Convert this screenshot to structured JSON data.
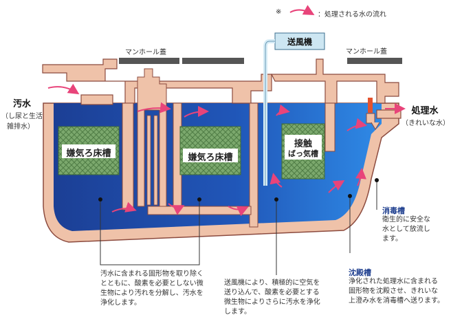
{
  "legend": {
    "marker": "※",
    "text": "：処理される水の流れ"
  },
  "labels": {
    "manhole_left": "マンホール蓋",
    "manhole_right": "マンホール蓋",
    "blower": "送風機",
    "inflow_title": "汚水",
    "inflow_sub1": "（し尿と生活",
    "inflow_sub2": "雑排水）",
    "outflow_title": "処理水",
    "outflow_sub": "（きれいな水）",
    "tank1": "嫌気ろ床槽",
    "tank2": "嫌気ろ床槽",
    "tank3_line1": "接触",
    "tank3_line2": "ばっ気槽"
  },
  "notes": {
    "anaerobic": "汚水に含まれる固形物を取り除く\nとともに、酸素を必要としない微\n生物により汚れを分解し、汚水を\n浄化します。",
    "aeration": "送風機により、積極的に空気を\n送り込んで、酸素を必要とする\n微生物によりさらに汚水を浄化\nします。",
    "disinfection_title": "消毒槽",
    "disinfection": "衛生的に安全な\n水として放流し\nます。",
    "sedimentation_title": "沈殿槽",
    "sedimentation": "浄化された処理水に含まれる\n固形物を沈殿させ、きれいな\n上澄み水を消毒槽へ送ります。"
  },
  "colors": {
    "pipe": "#efc2a9",
    "pipe_stroke": "#8b4a3e",
    "water": "#1f4fa8",
    "water_light": "#2e6fd8",
    "media": "#78a86a",
    "flow": "#e8447a",
    "disinfect": "#e4532f"
  }
}
